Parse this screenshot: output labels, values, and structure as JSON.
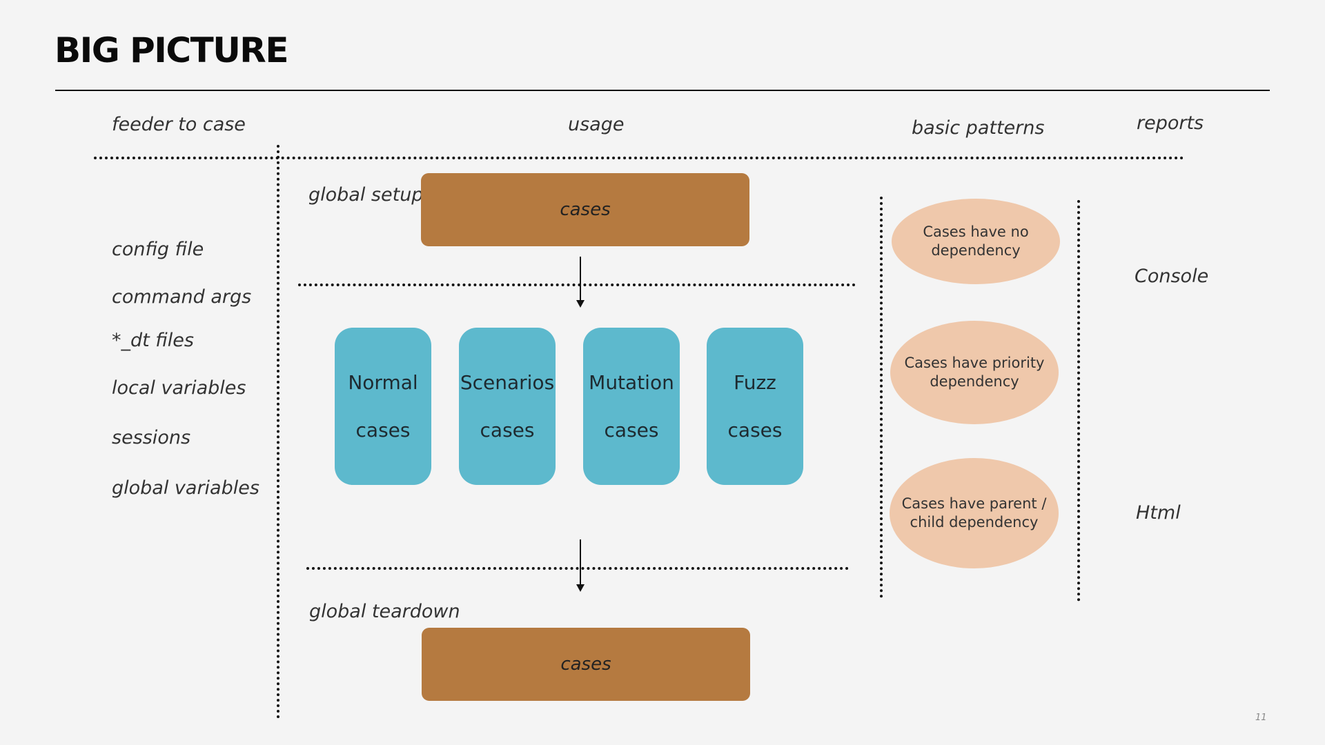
{
  "title": "BIG PICTURE",
  "headers": {
    "feeder": "feeder to case",
    "usage": "usage",
    "patterns": "basic patterns",
    "reports": "reports"
  },
  "feeders": [
    "config file",
    "command args",
    "*_dt files",
    "local variables",
    "sessions",
    "global variables"
  ],
  "usage": {
    "setup_label": "global setup",
    "setup_box": "cases",
    "case_types": [
      {
        "name": "Normal",
        "sub": "cases"
      },
      {
        "name": "Scenarios",
        "sub": "cases"
      },
      {
        "name": "Mutation",
        "sub": "cases"
      },
      {
        "name": "Fuzz",
        "sub": "cases"
      }
    ],
    "teardown_label": "global teardown",
    "teardown_box": "cases"
  },
  "patterns": [
    {
      "line1": "Cases have no",
      "line2": "dependency"
    },
    {
      "line1": "Cases have priority",
      "line2": "dependency"
    },
    {
      "line1": "Cases have parent /",
      "line2": "child dependency"
    }
  ],
  "reports": [
    "Console",
    "Html"
  ],
  "page_number": "11",
  "colors": {
    "background": "#f4f4f4",
    "cases_box": "#b57a40",
    "case_type": "#5db9cd",
    "pattern_oval": "#efc8ab"
  }
}
